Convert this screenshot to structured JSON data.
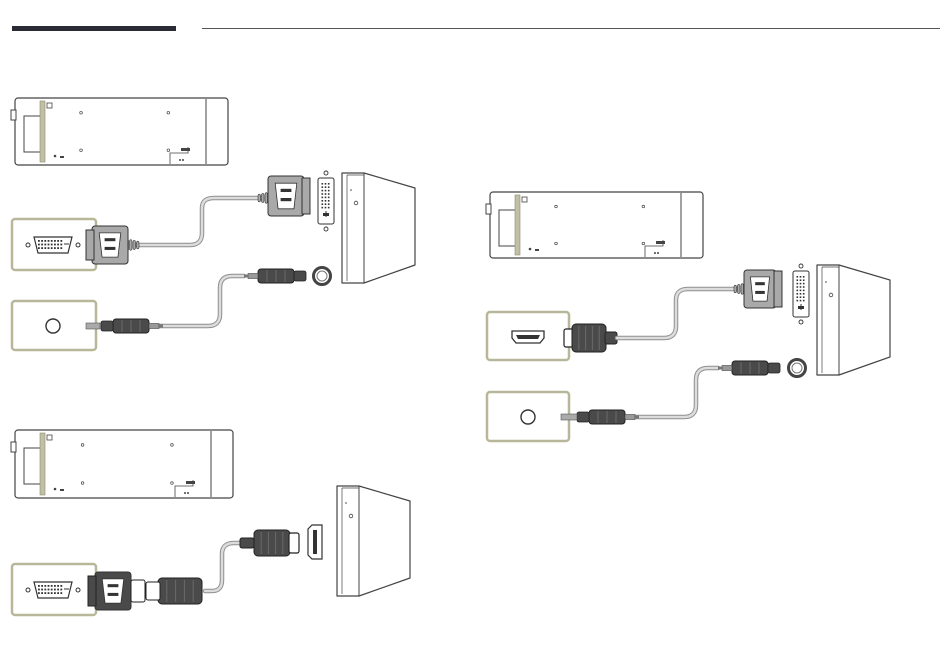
{
  "colors": {
    "header_bar": "#2b2b35",
    "header_line": "#555555",
    "port_frame": "#b8b79a",
    "device_stroke": "#444444",
    "connector_gray": "#a9a9a9",
    "connector_dark": "#4a4a4a",
    "cable_gray": "#bbbbbb",
    "line_dark": "#333333"
  },
  "diagrams": [
    {
      "id": "dvi-to-dvi-with-audio",
      "monitor_port": "dvi-port",
      "pc_port": "dvi-port",
      "cable": "dvi-cable",
      "audio": true
    },
    {
      "id": "dvi-to-hdmi",
      "monitor_port": "dvi-port",
      "pc_port": "hdmi-port",
      "cable": "dvi-hdmi-cable",
      "audio": false
    },
    {
      "id": "hdmi-to-dvi-with-audio",
      "monitor_port": "hdmi-port",
      "pc_port": "dvi-port",
      "cable": "hdmi-dvi-cable",
      "audio": true
    }
  ]
}
